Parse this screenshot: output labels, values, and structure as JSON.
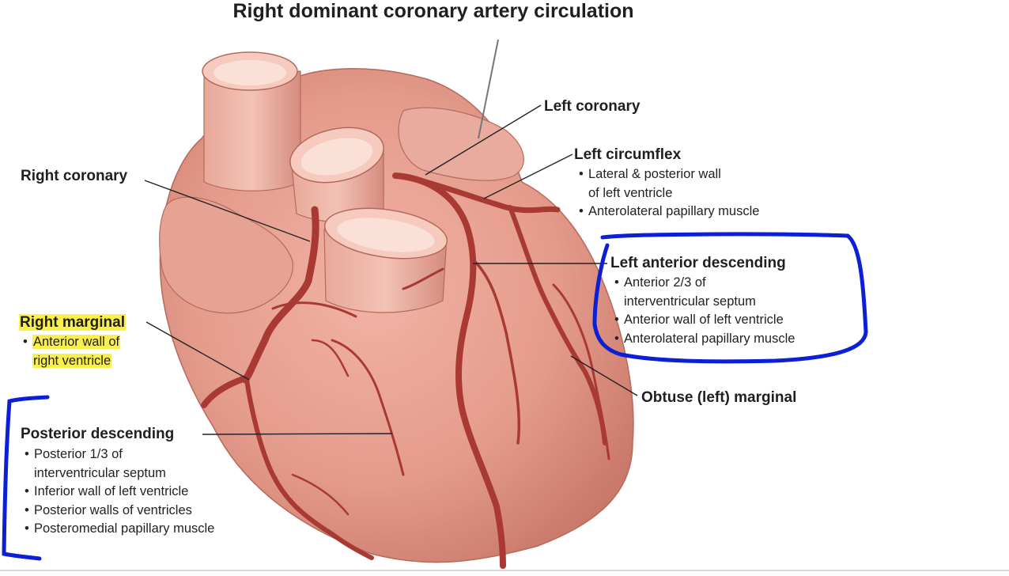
{
  "title": "Right dominant coronary artery circulation",
  "colors": {
    "heart": "#e8a394",
    "heart_shadow": "#c26d5f",
    "artery": "#a93a33",
    "pen_marker": "#0a1fd6",
    "highlight": "#fbf04a"
  },
  "labels": {
    "left_coronary": {
      "name": "Left coronary"
    },
    "left_circumflex": {
      "name": "Left circumflex",
      "bullets": [
        "Lateral & posterior wall",
        "of left ventricle",
        "Anterolateral papillary muscle"
      ]
    },
    "right_coronary": {
      "name": "Right coronary"
    },
    "left_anterior_descending": {
      "name": "Left anterior descending",
      "bullets": [
        "Anterior 2/3 of",
        "interventricular septum",
        "Anterior wall of left ventricle",
        "Anterolateral papillary muscle"
      ]
    },
    "right_marginal": {
      "name": "Right marginal",
      "bullets": [
        "Anterior wall of",
        "right ventricle"
      ]
    },
    "obtuse_marginal": {
      "name": "Obtuse (left) marginal"
    },
    "posterior_descending": {
      "name": "Posterior descending",
      "bullets": [
        "Posterior 1/3 of",
        "interventricular septum",
        "Inferior wall of left ventricle",
        "Posterior walls of ventricles",
        "Posteromedial papillary muscle"
      ]
    }
  }
}
